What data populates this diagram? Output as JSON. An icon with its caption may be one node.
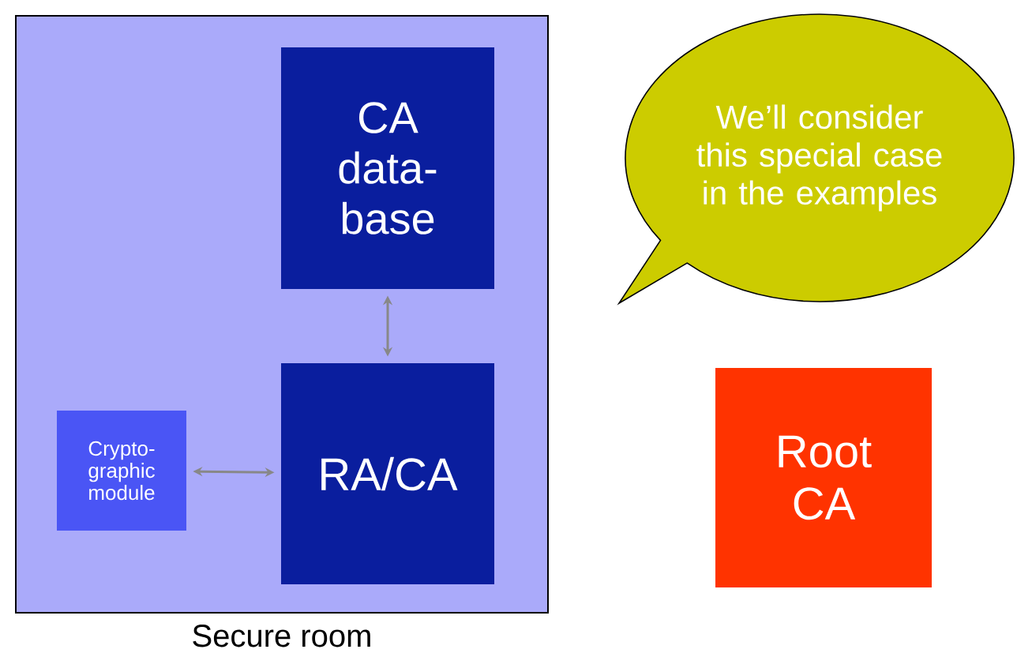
{
  "diagram": {
    "nodes": [
      {
        "text": [
          "Secure room"
        ]
      },
      {
        "text": [
          "CA data-base"
        ],
        "in": 0
      },
      {
        "text": [
          "RA/CA"
        ],
        "in": 0
      },
      {
        "text": [
          "Crypto-graphic module"
        ],
        "in": 0
      },
      {
        "text": [
          "We’ll consider this special case in the examples"
        ]
      },
      {
        "text": [
          "Root CA"
        ]
      }
    ],
    "edges": [
      {
        "from": 1,
        "to": 2,
        "arrow": "both"
      },
      {
        "from": 3,
        "to": 2,
        "arrow": "both"
      }
    ]
  }
}
